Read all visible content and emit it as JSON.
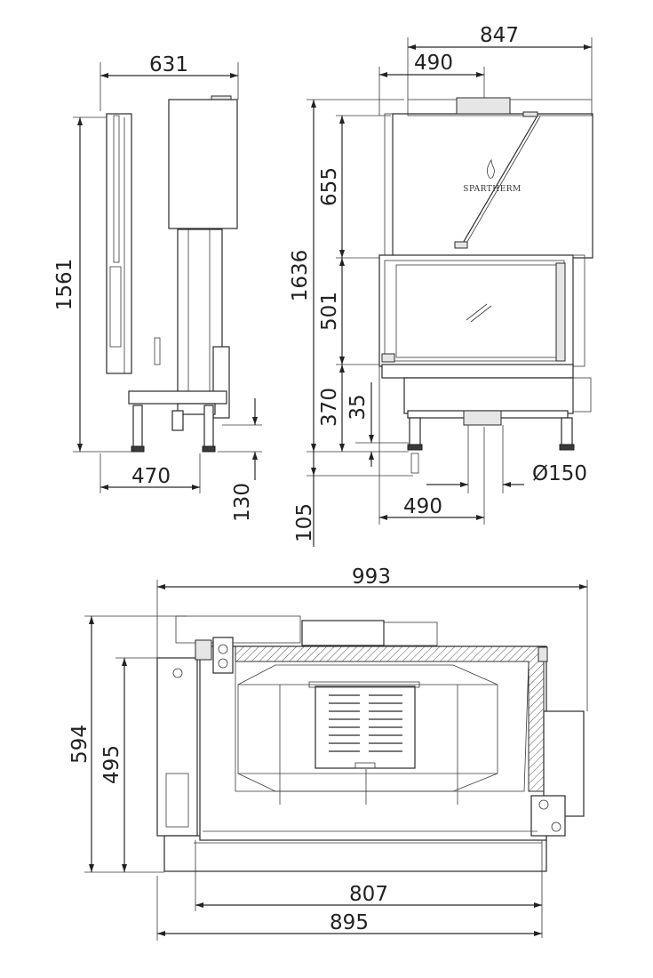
{
  "brand": "SPARTHERM",
  "colors": {
    "line": "#2a2a2a",
    "text": "#222222",
    "background": "#ffffff"
  },
  "side_view": {
    "width_top": "631",
    "height": "1561",
    "depth": "470",
    "leg": "130"
  },
  "front_view": {
    "width_total": "847",
    "width_offset": "490",
    "height_total": "1636",
    "hood_height": "655",
    "door_height": "501",
    "base_height": "370",
    "flue_offset": "35",
    "leg_height": "105",
    "flue_diameter": "Ø150",
    "flue_position": "490"
  },
  "plan_view": {
    "width_total": "993",
    "depth_total": "594",
    "depth_inner": "495",
    "width_front": "807",
    "width_outer": "895"
  }
}
